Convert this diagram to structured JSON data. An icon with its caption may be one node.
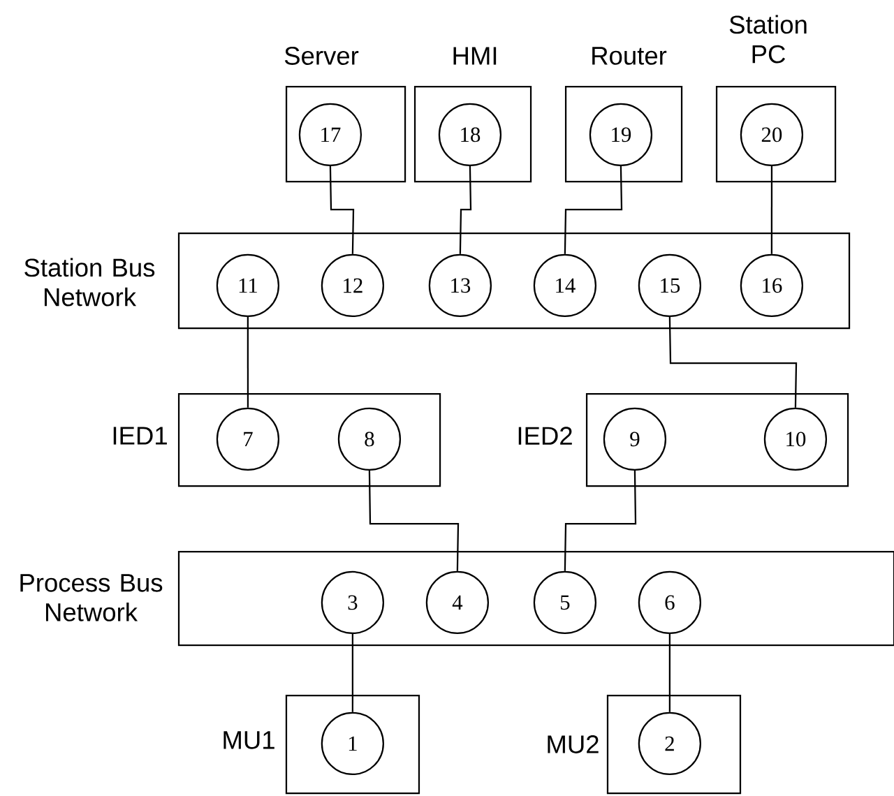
{
  "diagram": {
    "nodes": [
      {
        "text": [
          "Server"
        ]
      },
      {
        "text": [
          "17"
        ],
        "in": 0
      },
      {
        "text": [
          "HMI"
        ]
      },
      {
        "text": [
          "18"
        ],
        "in": 2
      },
      {
        "text": [
          "Router"
        ]
      },
      {
        "text": [
          "19"
        ],
        "in": 4
      },
      {
        "text": [
          "Station PC"
        ]
      },
      {
        "text": [
          "20"
        ],
        "in": 6
      },
      {
        "text": [
          "Station Bus Network"
        ]
      },
      {
        "text": [
          "11"
        ],
        "in": 8
      },
      {
        "text": [
          "12"
        ],
        "in": 8
      },
      {
        "text": [
          "13"
        ],
        "in": 8
      },
      {
        "text": [
          "14"
        ],
        "in": 8
      },
      {
        "text": [
          "15"
        ],
        "in": 8
      },
      {
        "text": [
          "16"
        ],
        "in": 8
      },
      {
        "text": [
          "IED1"
        ]
      },
      {
        "text": [
          "7"
        ],
        "in": 15
      },
      {
        "text": [
          "8"
        ],
        "in": 15
      },
      {
        "text": [
          "IED2"
        ]
      },
      {
        "text": [
          "9"
        ],
        "in": 18
      },
      {
        "text": [
          "10"
        ],
        "in": 18
      },
      {
        "text": [
          "Process Bus Network"
        ]
      },
      {
        "text": [
          "3"
        ],
        "in": 21
      },
      {
        "text": [
          "4"
        ],
        "in": 21
      },
      {
        "text": [
          "5"
        ],
        "in": 21
      },
      {
        "text": [
          "6"
        ],
        "in": 21
      },
      {
        "text": [
          "MU1"
        ]
      },
      {
        "text": [
          "1"
        ],
        "in": 26
      },
      {
        "text": [
          "MU2"
        ]
      },
      {
        "text": [
          "2"
        ],
        "in": 28
      }
    ],
    "edges": [
      {
        "from": 1,
        "to": 10,
        "arrow": "none"
      },
      {
        "from": 3,
        "to": 11,
        "arrow": "none"
      },
      {
        "from": 5,
        "to": 12,
        "arrow": "none"
      },
      {
        "from": 7,
        "to": 14,
        "arrow": "none"
      },
      {
        "from": 9,
        "to": 16,
        "arrow": "none"
      },
      {
        "from": 13,
        "to": 20,
        "arrow": "none"
      },
      {
        "from": 17,
        "to": 23,
        "arrow": "none"
      },
      {
        "from": 19,
        "to": 24,
        "arrow": "none"
      },
      {
        "from": 22,
        "to": 27,
        "arrow": "none"
      },
      {
        "from": 25,
        "to": 29,
        "arrow": "none"
      }
    ]
  }
}
